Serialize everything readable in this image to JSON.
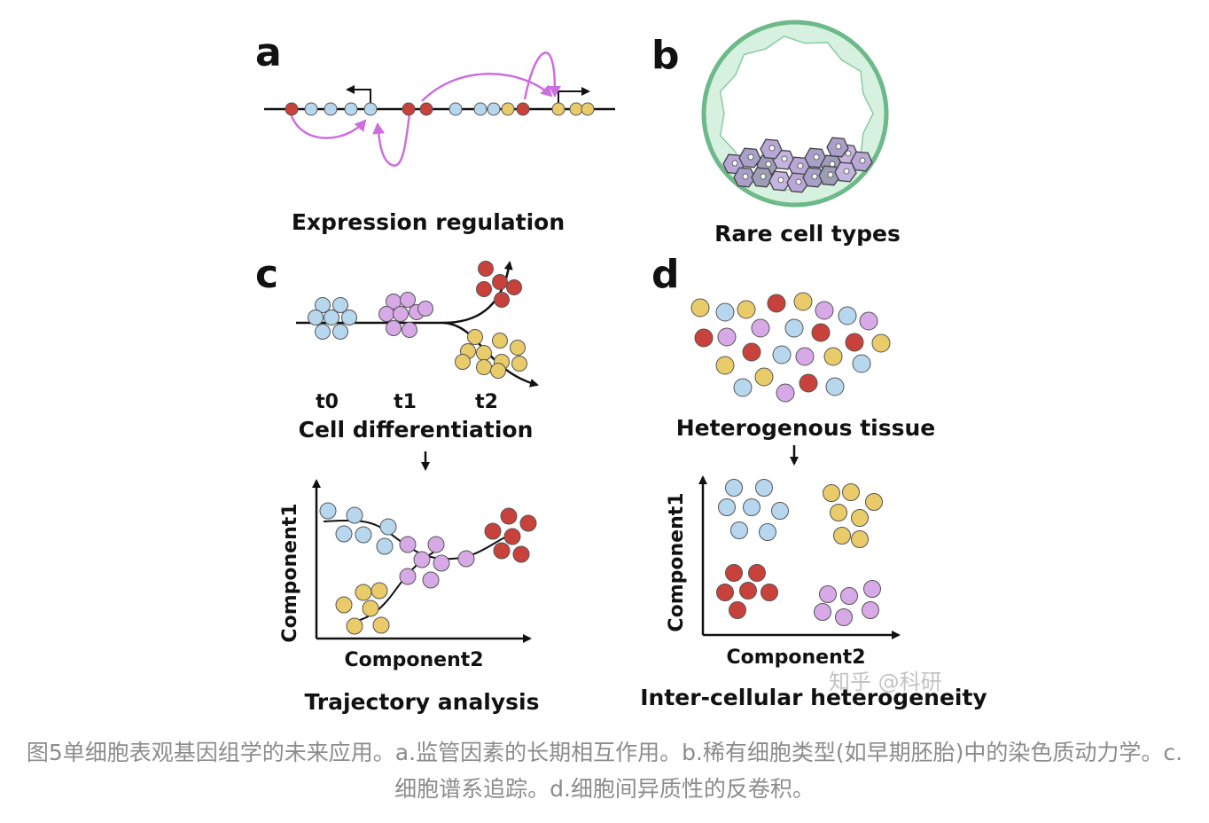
{
  "colors": {
    "red": "#c9413b",
    "blue": "#b7d7ef",
    "purple": "#d7a9e6",
    "yellow": "#eacb6a",
    "magenta_arrow": "#cc6ee0",
    "ring_green": "#7fc59b",
    "ring_fill": "#d6f1df",
    "caption_gray": "#8c8c8c"
  },
  "panels": {
    "a": {
      "letter": "a",
      "label": "Expression regulation"
    },
    "b": {
      "letter": "b",
      "label": "Rare cell types"
    },
    "c": {
      "letter": "c",
      "label": "Cell differentiation",
      "time_points": [
        "t0",
        "t1",
        "t2"
      ],
      "bottom_label": "Trajectory analysis",
      "y_axis": "Component1",
      "x_axis": "Component2"
    },
    "d": {
      "letter": "d",
      "label": "Heterogenous tissue",
      "bottom_label": "Inter-cellular heterogeneity",
      "y_axis": "Component1",
      "x_axis": "Component2"
    }
  },
  "watermark": "知乎 @科研",
  "caption": "图5单细胞表观基因组学的未来应用。a.监管因素的长期相互作用。b.稀有细胞类型(如早期胚胎)中的染色质动力学。c.细胞谱系追踪。d.细胞间异质性的反卷积。"
}
